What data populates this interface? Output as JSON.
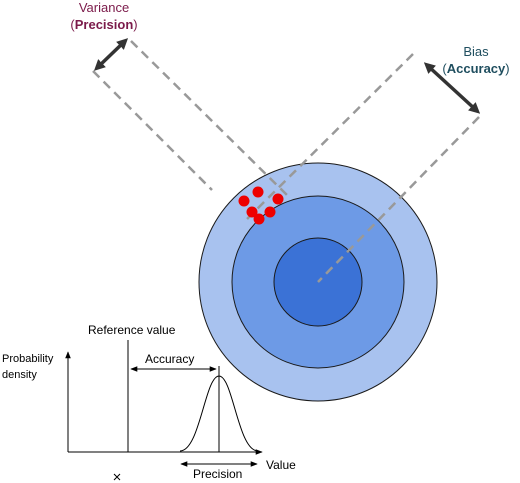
{
  "variance": {
    "line1": "Variance",
    "paren_open": "(",
    "keyword": "Precision",
    "paren_close": ")"
  },
  "bias": {
    "line1": "Bias",
    "paren_open": "(",
    "keyword": "Accuracy",
    "paren_close": ")"
  },
  "density_plot": {
    "reference_value_label": "Reference value",
    "accuracy_label": "Accuracy",
    "y_axis_label_line1": "Probability",
    "y_axis_label_line2": "density",
    "x_axis_label": "Value",
    "precision_label": "Precision"
  },
  "target": {
    "ring_colors": [
      "#a8c2ef",
      "#6d9ae6",
      "#3b72d6"
    ],
    "stroke_color": "#1a1a1a",
    "hit_color": "#ee0000",
    "guide_color": "#999999"
  },
  "colors": {
    "variance_text": "#7b1a4a",
    "bias_text": "#1f4e5f",
    "arrow": "#333333"
  }
}
